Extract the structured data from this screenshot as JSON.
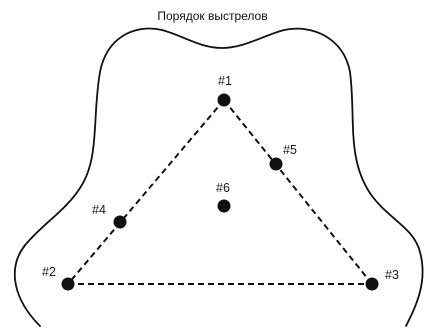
{
  "title": "Порядок выстрелов",
  "colors": {
    "outline": "#111111",
    "dot": "#111111",
    "label": "#1a1a1a"
  },
  "shots": [
    {
      "label": "#1"
    },
    {
      "label": "#2"
    },
    {
      "label": "#3"
    },
    {
      "label": "#4"
    },
    {
      "label": "#5"
    },
    {
      "label": "#6"
    }
  ]
}
